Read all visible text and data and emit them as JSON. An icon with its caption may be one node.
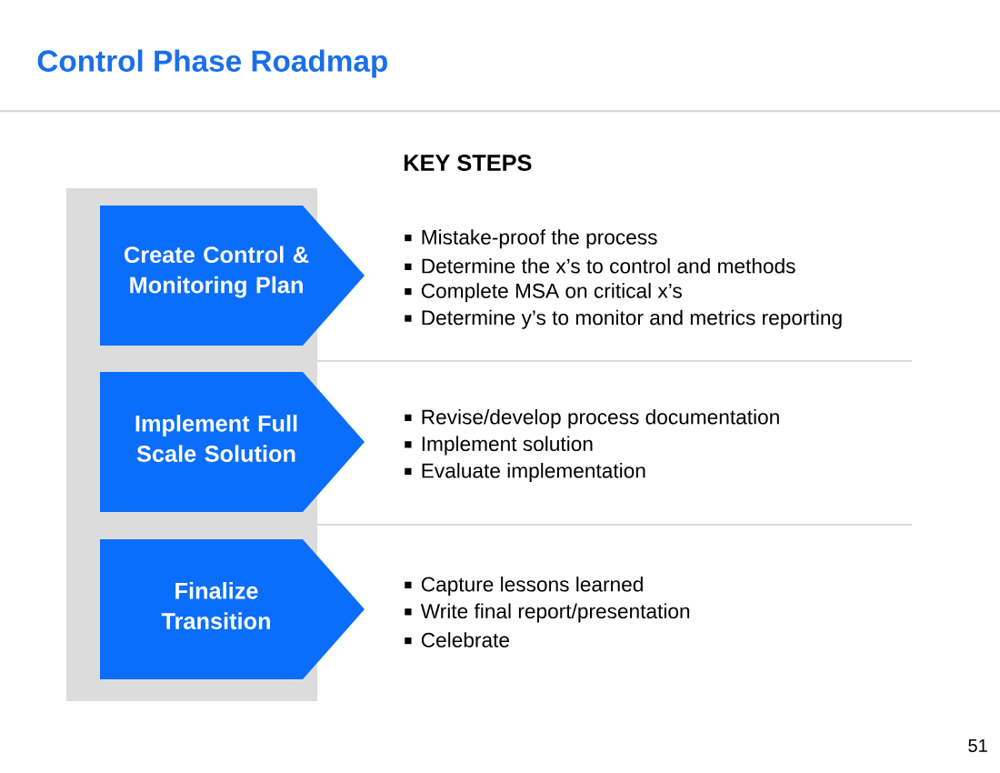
{
  "diagram": {
    "title": "Control Phase Roadmap",
    "nodes": [
      {
        "text": [
          "Create Control & Monitoring Plan"
        ],
        "beside": [
          "Mistake-proof the process",
          "Determine the x’s to control and methods",
          "Complete MSA on critical x’s",
          "Determine y’s to monitor and metrics reporting"
        ]
      },
      {
        "text": [
          "Implement Full Scale Solution"
        ],
        "beside": [
          "Revise/develop process documentation",
          "Implement solution",
          "Evaluate implementation"
        ]
      },
      {
        "text": [
          "Finalize Transition"
        ],
        "beside": [
          "Capture lessons learned",
          "Write final report/presentation",
          "Celebrate"
        ]
      }
    ],
    "labels": [
      "KEY STEPS",
      "51"
    ]
  }
}
